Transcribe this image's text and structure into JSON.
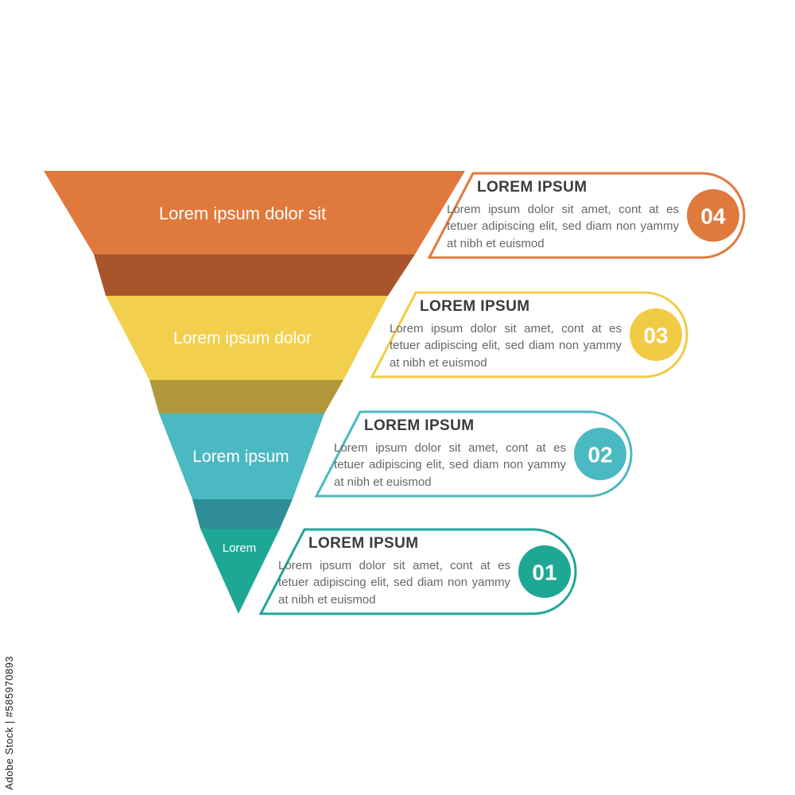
{
  "watermark": {
    "text": "Adobe Stock | #585970893"
  },
  "funnel": {
    "items": [
      {
        "label": "Lorem ipsum dolor sit",
        "band_color": "#e0793c",
        "fold_color": "#a8552c"
      },
      {
        "label": "Lorem ipsum dolor",
        "band_color": "#f3cf4e",
        "fold_color": "#b1983a"
      },
      {
        "label": "Lorem ipsum",
        "band_color": "#4bb9c2",
        "fold_color": "#2e8d97"
      },
      {
        "label": "Lorem",
        "band_color": "#1fa795"
      }
    ]
  },
  "cards": [
    {
      "badge": "04",
      "title": "LOREM IPSUM",
      "accent": "#e0793c",
      "body": "Lorem ipsum dolor sit amet, cont at es tetuer adipiscing elit, sed diam non yammy at nibh et euismod"
    },
    {
      "badge": "03",
      "title": "LOREM IPSUM",
      "accent": "#f2cb45",
      "body": "Lorem ipsum dolor sit amet, cont at es tetuer adipiscing elit, sed diam non yammy at nibh et euismod"
    },
    {
      "badge": "02",
      "title": "LOREM IPSUM",
      "accent": "#4bb9c2",
      "body": "Lorem ipsum dolor sit amet, cont at es tetuer adipiscing elit, sed diam non yammy at nibh et euismod"
    },
    {
      "badge": "01",
      "title": "LOREM IPSUM",
      "accent": "#1fa795",
      "body": "Lorem ipsum dolor sit amet, cont at es tetuer adipiscing elit, sed diam non yammy at nibh et euismod"
    }
  ]
}
